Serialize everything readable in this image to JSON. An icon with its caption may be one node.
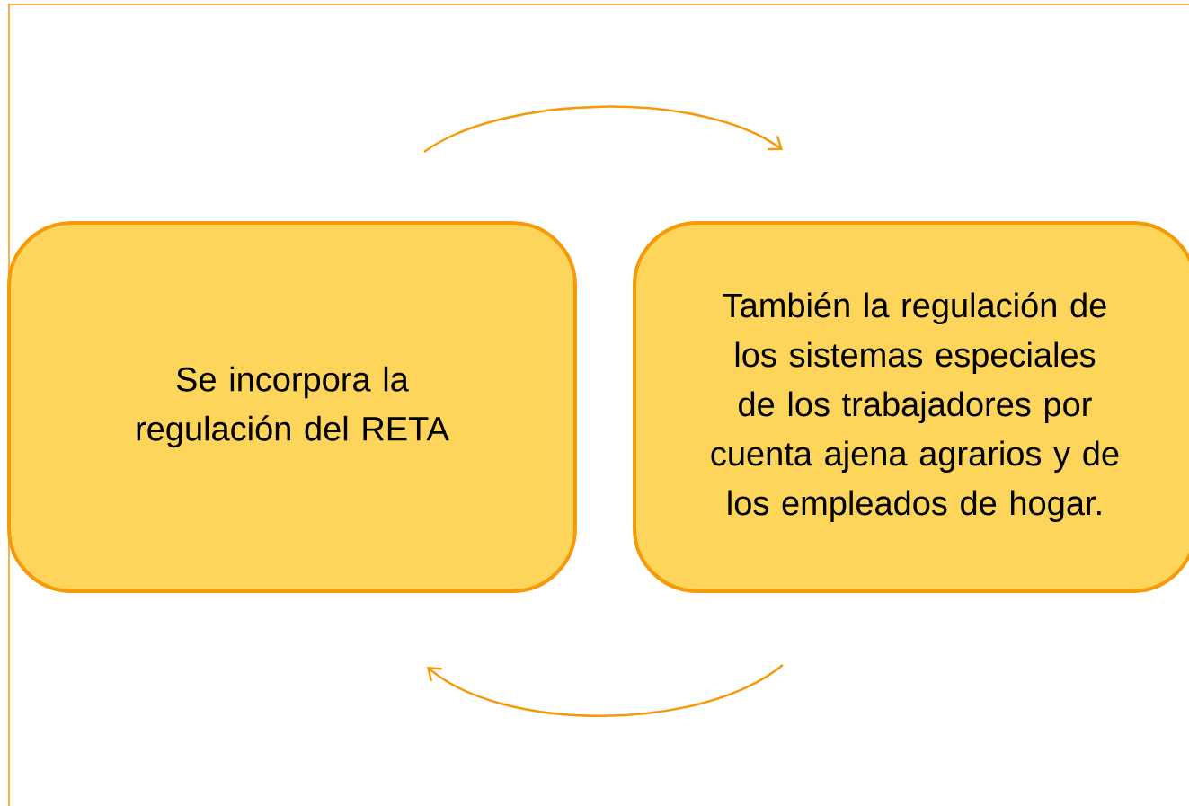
{
  "diagram": {
    "nodes": [
      {
        "text": [
          "Se incorpora la regulación del RETA"
        ]
      },
      {
        "text": [
          "También la regulación de los sistemas especiales de los trabajadores por cuenta ajena agrarios y de los empleados de hogar."
        ]
      }
    ],
    "edges": [
      {
        "from": 0,
        "to": 1,
        "arrow": "to"
      },
      {
        "from": 1,
        "to": 0,
        "arrow": "to"
      }
    ]
  }
}
